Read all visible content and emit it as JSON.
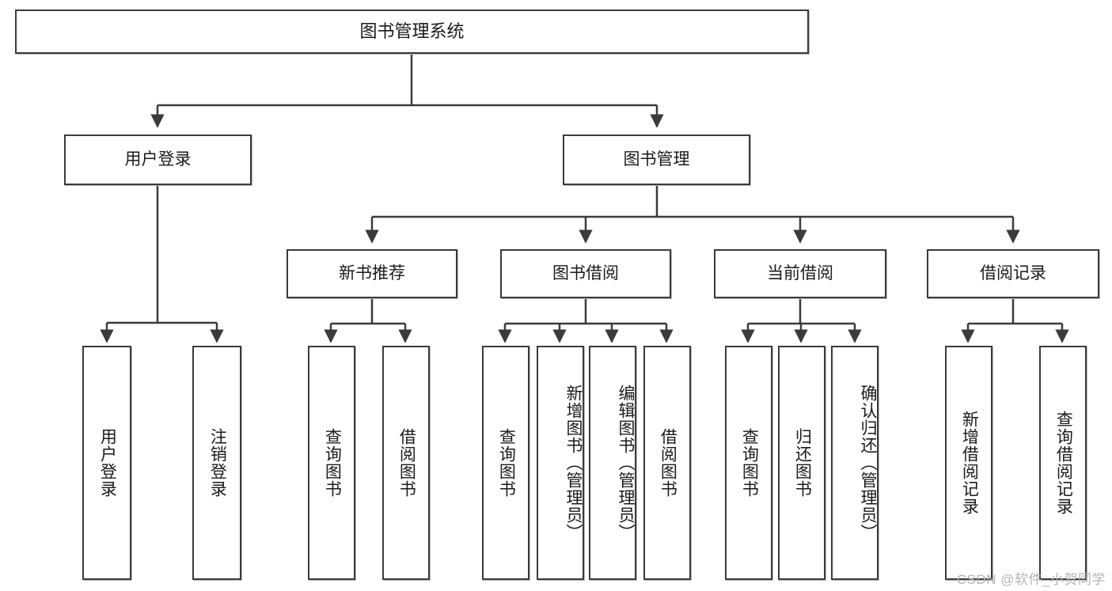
{
  "diagram": {
    "title": "图书管理系统",
    "root": {
      "label": "图书管理系统"
    },
    "level2": [
      {
        "label": "用户登录"
      },
      {
        "label": "图书管理"
      }
    ],
    "level3": [
      {
        "label": "新书推荐"
      },
      {
        "label": "图书借阅"
      },
      {
        "label": "当前借阅"
      },
      {
        "label": "借阅记录"
      }
    ],
    "leaves": {
      "user_login": [
        {
          "label": "用户登录"
        },
        {
          "label": "注销登录"
        }
      ],
      "new_book_recommend": [
        {
          "label": "查询图书"
        },
        {
          "label": "借阅图书"
        }
      ],
      "book_borrow": [
        {
          "label": "查询图书"
        },
        {
          "label": "新增图书（管理员）"
        },
        {
          "label": "编辑图书（管理员）"
        },
        {
          "label": "借阅图书"
        }
      ],
      "current_borrow": [
        {
          "label": "查询图书"
        },
        {
          "label": "归还图书"
        },
        {
          "label": "确认归还（管理员）"
        }
      ],
      "borrow_record": [
        {
          "label": "新增借阅记录"
        },
        {
          "label": "查询借阅记录"
        }
      ]
    }
  },
  "watermark": {
    "text": "CSDN @软件_小贺同学"
  },
  "colors": {
    "border": "#3b3b3b",
    "text": "#1a1a1a",
    "background": "#ffffff",
    "watermark": "#b4b4b4"
  }
}
